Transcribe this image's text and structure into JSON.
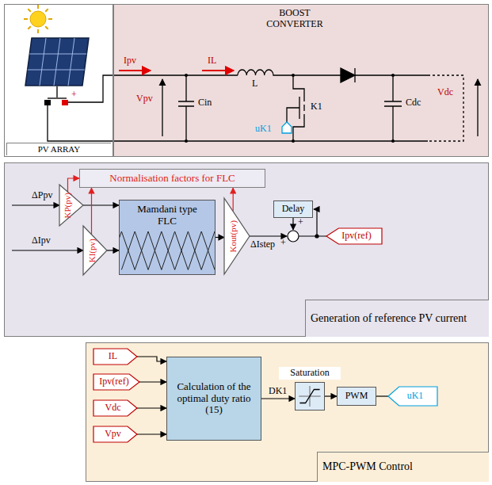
{
  "diagram": {
    "nodes": [
      {
        "text": [
          "PV ARRAY"
        ]
      },
      {
        "text": [
          "BOOST CONVERTER"
        ]
      },
      {
        "text": [
          "Generation of reference PV current"
        ]
      },
      {
        "text": [
          "Normalisation factors for FLC"
        ],
        "in": 2
      },
      {
        "text": [
          "KP(pv)"
        ],
        "in": 2
      },
      {
        "text": [
          "KI(pv)"
        ],
        "in": 2
      },
      {
        "text": [
          "Mamdani type FLC"
        ],
        "in": 2
      },
      {
        "text": [
          "Kout(pv)"
        ],
        "in": 2
      },
      {
        "text": [
          "Delay"
        ],
        "in": 2
      },
      {
        "text": [
          "Ipv(ref)"
        ],
        "in": 2
      },
      {
        "text": [
          "MPC-PWM Control"
        ]
      },
      {
        "text": [
          "IL"
        ],
        "in": 10
      },
      {
        "text": [
          "Ipv(ref)"
        ],
        "in": 10
      },
      {
        "text": [
          "Vdc"
        ],
        "in": 10
      },
      {
        "text": [
          "Vpv"
        ],
        "in": 10
      },
      {
        "text": [
          "Calculation of the optimal duty ratio (15)"
        ],
        "in": 10
      },
      {
        "text": [
          "Saturation"
        ],
        "in": 10
      },
      {
        "text": [
          "PWM"
        ],
        "in": 10
      },
      {
        "text": [
          "uK1"
        ],
        "in": 10
      }
    ],
    "edges": [
      {
        "from": 4,
        "to": 6,
        "arrow": "to"
      },
      {
        "from": 5,
        "to": 6,
        "arrow": "to"
      },
      {
        "from": 6,
        "to": 7,
        "arrow": "to"
      },
      {
        "from": 4,
        "to": 3,
        "arrow": "to"
      },
      {
        "from": 5,
        "to": 3,
        "arrow": "to"
      },
      {
        "from": 7,
        "to": 3,
        "arrow": "to"
      },
      {
        "from": 11,
        "to": 15,
        "arrow": "to"
      },
      {
        "from": 12,
        "to": 15,
        "arrow": "to"
      },
      {
        "from": 13,
        "to": 15,
        "arrow": "to"
      },
      {
        "from": 14,
        "to": 15,
        "arrow": "to"
      },
      {
        "from": 15,
        "to": 16,
        "label": "DK1",
        "arrow": "to"
      },
      {
        "from": 16,
        "to": 17,
        "arrow": "to"
      },
      {
        "from": 17,
        "to": 18,
        "arrow": "none"
      }
    ],
    "labels": [
      "Ipv",
      "IL",
      "L",
      "Vpv",
      "Cin",
      "K1",
      "uK1",
      "Vdc",
      "Cdc",
      "+",
      "ΔPpv",
      "ΔIpv",
      "ΔIstep",
      "+",
      "+"
    ]
  }
}
